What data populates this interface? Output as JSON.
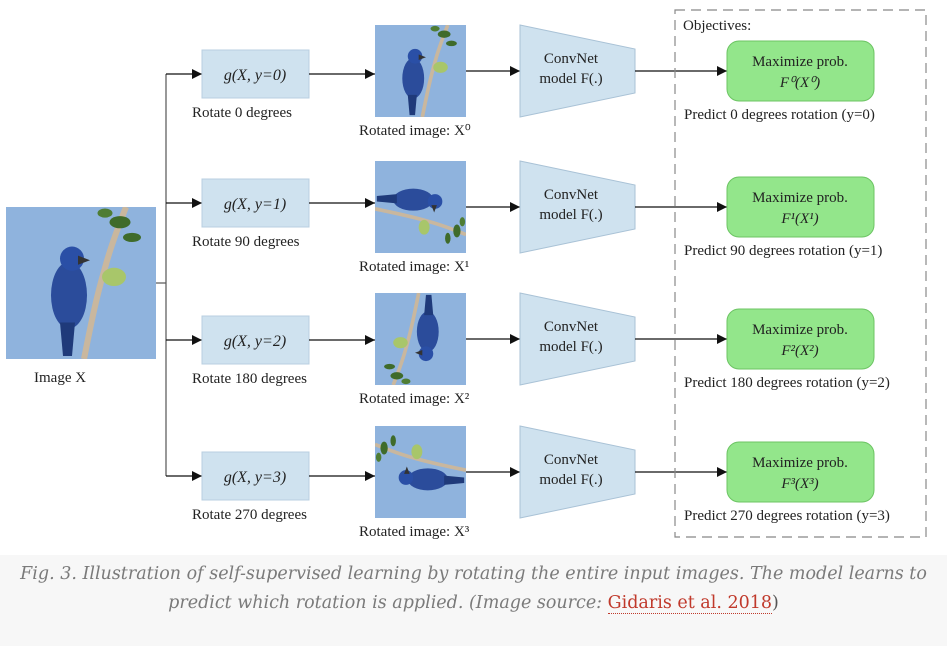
{
  "input": {
    "label": "Image X",
    "var": "X"
  },
  "objectives_title": "Objectives:",
  "rows": [
    {
      "func": "g(X, y=0)",
      "rotate_label": "Rotate 0 degrees",
      "rotated_label": "Rotated image: X⁰",
      "model": [
        "ConvNet",
        "model F(.)"
      ],
      "objective": [
        "Maximize prob.",
        "F⁰(X⁰)"
      ],
      "predict": "Predict 0 degrees rotation (y=0)",
      "rotation_deg": 0
    },
    {
      "func": "g(X, y=1)",
      "rotate_label": "Rotate 90 degrees",
      "rotated_label": "Rotated image: X¹",
      "model": [
        "ConvNet",
        "model F(.)"
      ],
      "objective": [
        "Maximize prob.",
        "F¹(X¹)"
      ],
      "predict": "Predict 90 degrees rotation (y=1)",
      "rotation_deg": 90
    },
    {
      "func": "g(X, y=2)",
      "rotate_label": "Rotate 180 degrees",
      "rotated_label": "Rotated image: X²",
      "model": [
        "ConvNet",
        "model F(.)"
      ],
      "objective": [
        "Maximize prob.",
        "F²(X²)"
      ],
      "predict": "Predict 180 degrees rotation (y=2)",
      "rotation_deg": 180
    },
    {
      "func": "g(X, y=3)",
      "rotate_label": "Rotate 270 degrees",
      "rotated_label": "Rotated image: X³",
      "model": [
        "ConvNet",
        "model F(.)"
      ],
      "objective": [
        "Maximize prob.",
        "F³(X³)"
      ],
      "predict": "Predict 270 degrees rotation (y=3)",
      "rotation_deg": 270
    }
  ],
  "caption": {
    "text": "Fig. 3. Illustration of self-supervised learning by rotating the entire input images. The model learns to predict which rotation is applied. (Image source: ",
    "link": "Gidaris et al. 2018",
    "close": ")"
  },
  "colors": {
    "func_box": "#cfe2ef",
    "convnet": "#cfe2ef",
    "objective": "#93e68b",
    "image_bg": "#8fb3dd"
  }
}
